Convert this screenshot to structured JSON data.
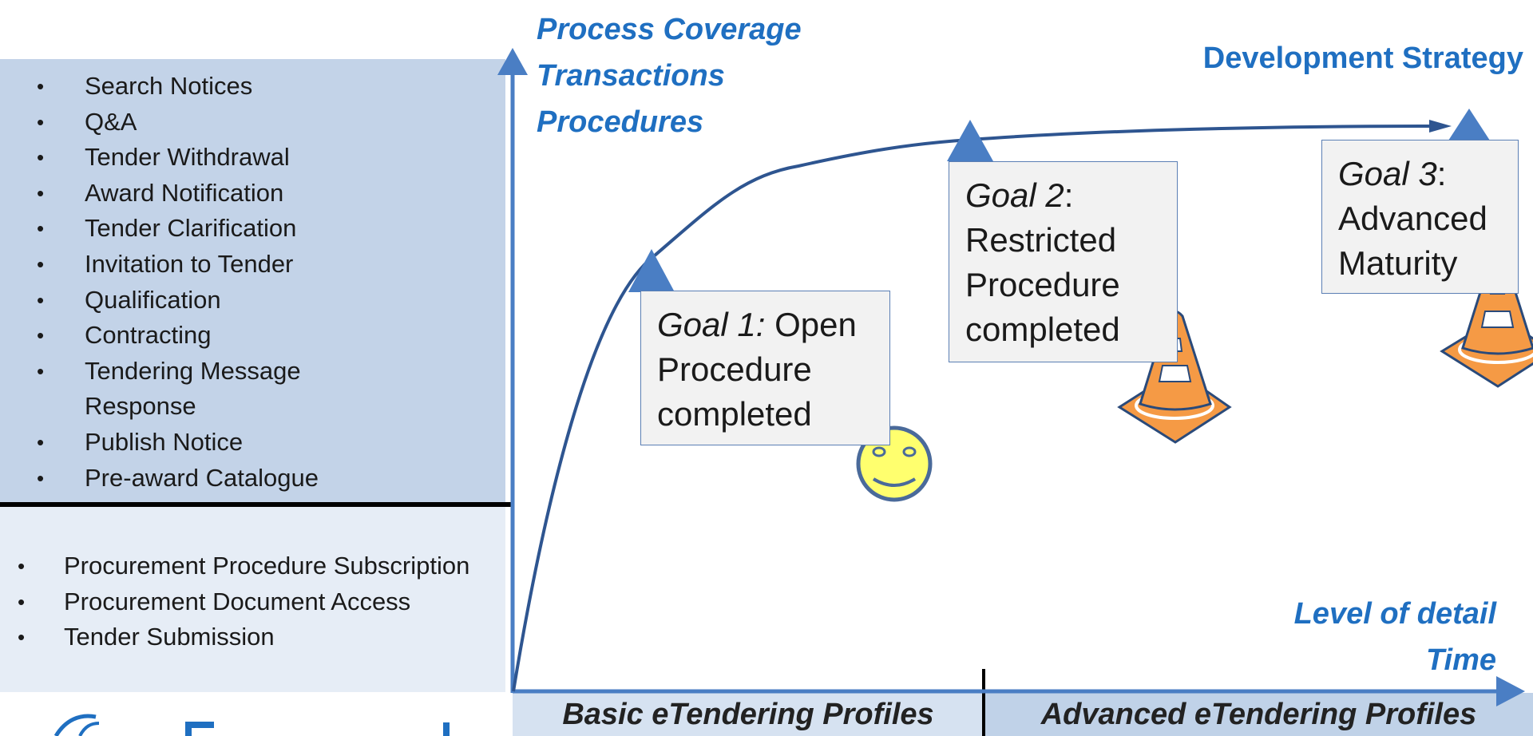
{
  "left_panel": {
    "top_items": [
      "Search Notices",
      "Q&A",
      "Tender Withdrawal",
      "Award Notification",
      "Tender Clarification",
      "Invitation to Tender",
      "Qualification",
      "Contracting",
      "Tendering Message",
      "Response",
      "Publish Notice",
      "Pre-award Catalogue"
    ],
    "bottom_items": [
      "Procurement Procedure Subscription",
      "Procurement Document Access",
      "Tender Submission"
    ]
  },
  "y_axis": {
    "lines": [
      "Process Coverage",
      "Transactions",
      "Procedures"
    ]
  },
  "development_strategy": "Development Strategy",
  "x_axis": {
    "lines": [
      "Level of detail",
      "Time"
    ]
  },
  "bands": {
    "basic": "Basic eTendering Profiles",
    "advanced": "Advanced eTendering Profiles"
  },
  "goals": [
    {
      "name": "Goal 1:",
      "suffix": " Open",
      "line2": "Procedure",
      "line3": "completed"
    },
    {
      "name": "Goal 2",
      "suffix": ":",
      "line2": "Restricted",
      "line3": "Procedure",
      "line4": "completed"
    },
    {
      "name": "Goal 3",
      "suffix": ":",
      "line2": "Advanced",
      "line3": "Maturity"
    }
  ],
  "icons": {
    "goal1": "smiley-face-icon",
    "goal2": "traffic-cone-icon",
    "goal3": "traffic-cone-icon"
  },
  "colors": {
    "accent_blue": "#1f6fc1",
    "axis_blue": "#4a7ec4",
    "curve": "#2e5590",
    "panel_top": "#c3d3e8",
    "panel_bottom": "#e6edf6",
    "cone_orange": "#f59a45",
    "smiley_yellow": "#ffff6e"
  }
}
